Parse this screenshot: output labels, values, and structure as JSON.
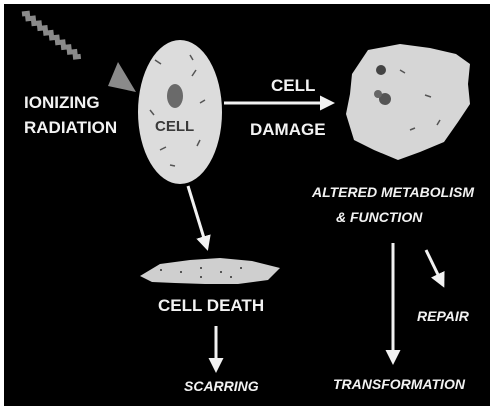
{
  "diagram": {
    "labels": {
      "ionizing": "IONIZING",
      "radiation": "RADIATION",
      "cell": "CELL",
      "cell_top": "CELL",
      "damage": "DAMAGE",
      "altered1": "ALTERED METABOLISM",
      "altered2": "& FUNCTION",
      "cell_death": "CELL DEATH",
      "repair": "REPAIR",
      "scarring": "SCARRING",
      "transformation": "TRANSFORMATION"
    },
    "colors": {
      "background": "#000000",
      "frame": "#ffffff",
      "text": "#f2f2f2",
      "cell_fill": "#dcdcdc",
      "radiation_arrow": "#8a8a8a"
    }
  }
}
